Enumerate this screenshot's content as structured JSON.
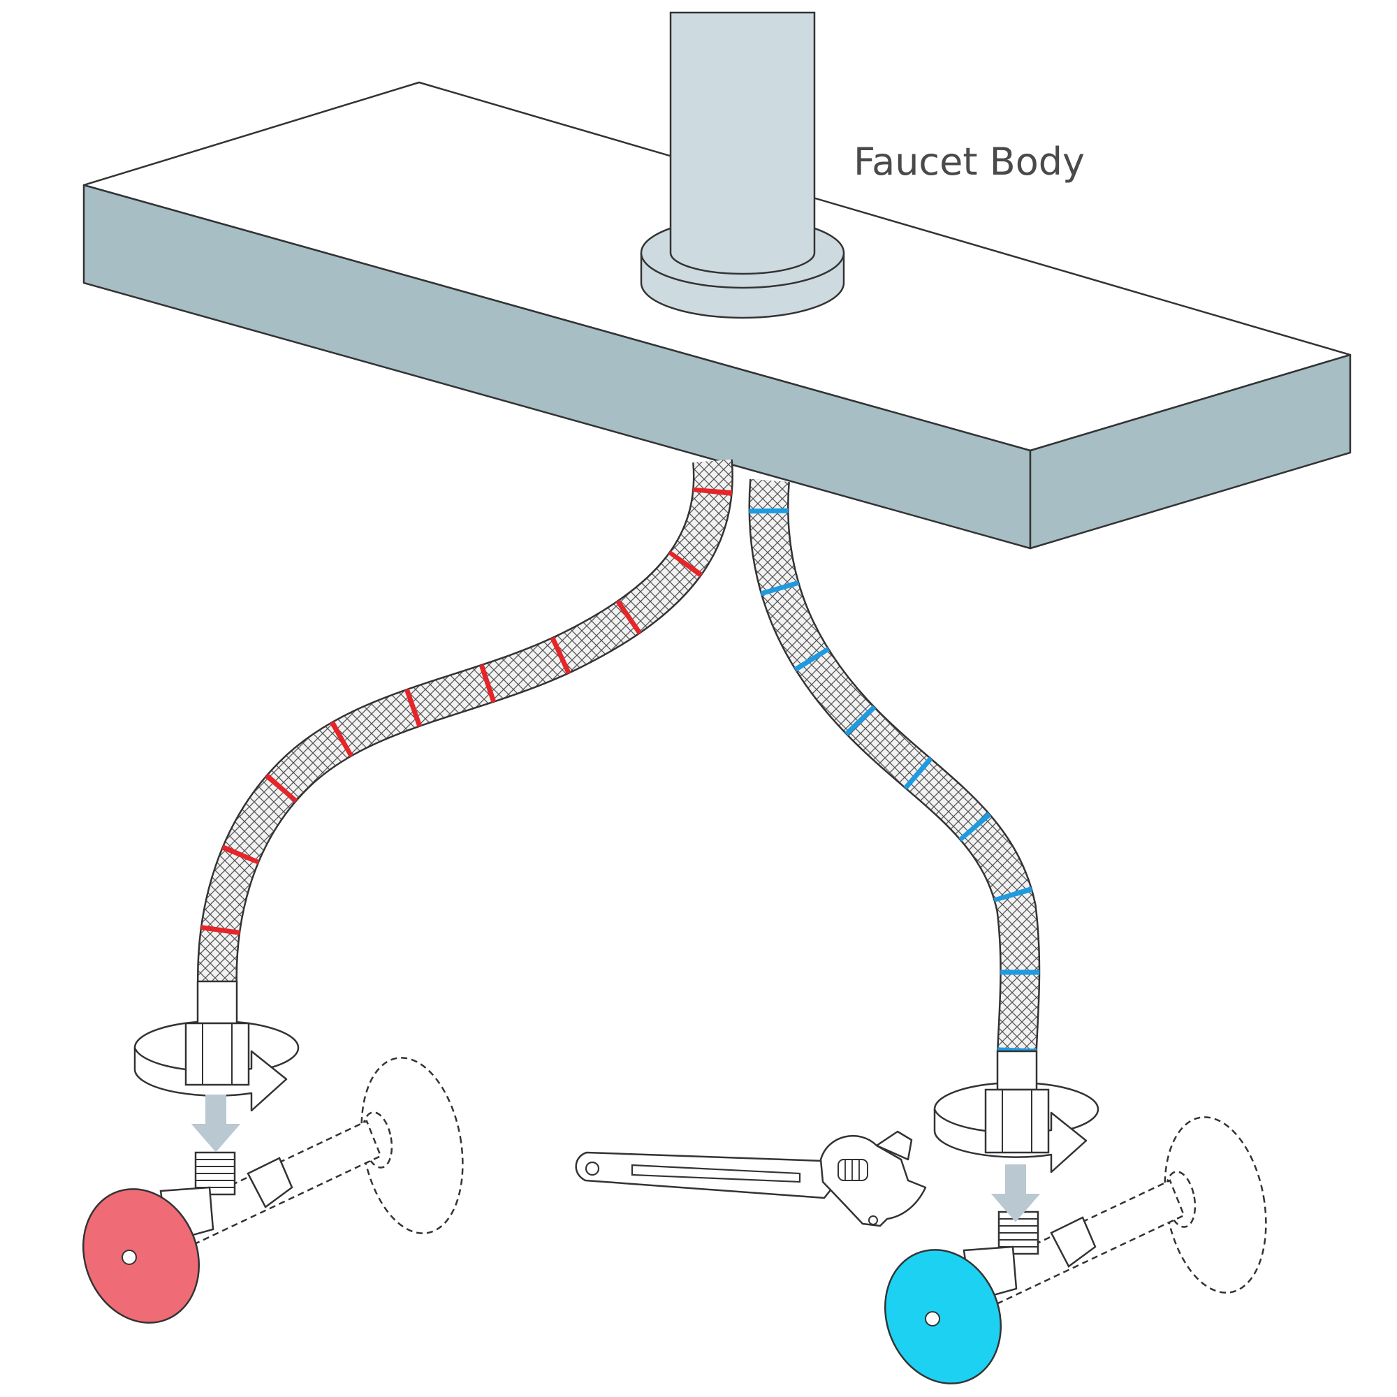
{
  "labels": {
    "faucet_body": "Faucet Body"
  },
  "colors": {
    "outline": "#333333",
    "countertop_side": "#a7bec5",
    "faucet_body": "#cddbe1",
    "braid_background": "#f2f2f2",
    "hot_stripe": "#e52529",
    "cold_stripe": "#1e9be0",
    "hot_handle": "#ef6b76",
    "cold_handle": "#1dd1f2",
    "arrow_fill": "#b9c8d1",
    "valve_metal": "#ffffff"
  },
  "parts": {
    "hot_supply_line": "hot-water-braided-supply-line",
    "cold_supply_line": "cold-water-braided-supply-line",
    "hot_valve": "hot-shutoff-valve",
    "cold_valve": "cold-shutoff-valve",
    "tool": "adjustable-wrench-icon"
  }
}
